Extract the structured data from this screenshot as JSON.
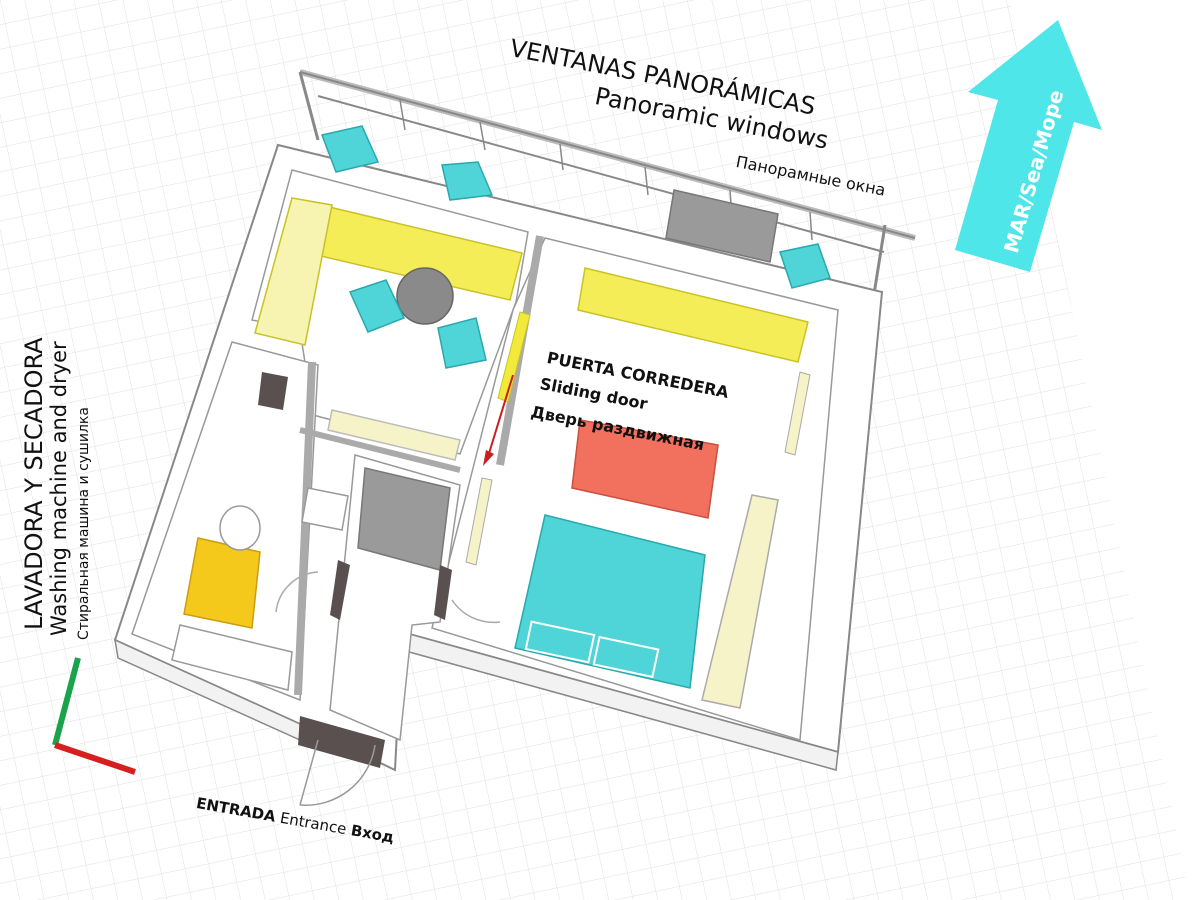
{
  "labels": {
    "ventanas": "VENTANAS PANORÁMICAS",
    "panoramic": "Panoramic windows",
    "panoramnye": "Панорамные окна",
    "lavadora": "LAVADORA Y SECADORA",
    "washing": "Washing machine and dryer",
    "stiral": "Стиральная машина и сушилка",
    "puerta": "PUERTA CORREDERA",
    "sliding": "Sliding door",
    "dver": "Дверь раздвижная",
    "entrada": "ENTRADA",
    "entrance": "Entrance",
    "vhod": "Вход",
    "mar": "MAR/Sea/Море"
  },
  "colors": {
    "wall": "#ffffff",
    "wall_outline": "#888888",
    "grid": "#e3e3e3",
    "turquoise": "#4fd4d8",
    "yellow": "#f2ea3a",
    "coral": "#f2705e",
    "gold": "#f5c81c",
    "dark_door": "#5a5050",
    "gray_furniture": "#9a9a9a",
    "axis_green": "#1aa34a",
    "axis_red": "#d62020",
    "arrow": "#4ee6e8"
  },
  "icons": {
    "north_arrow": "arrow-up-icon",
    "axes": "axes-icon"
  }
}
